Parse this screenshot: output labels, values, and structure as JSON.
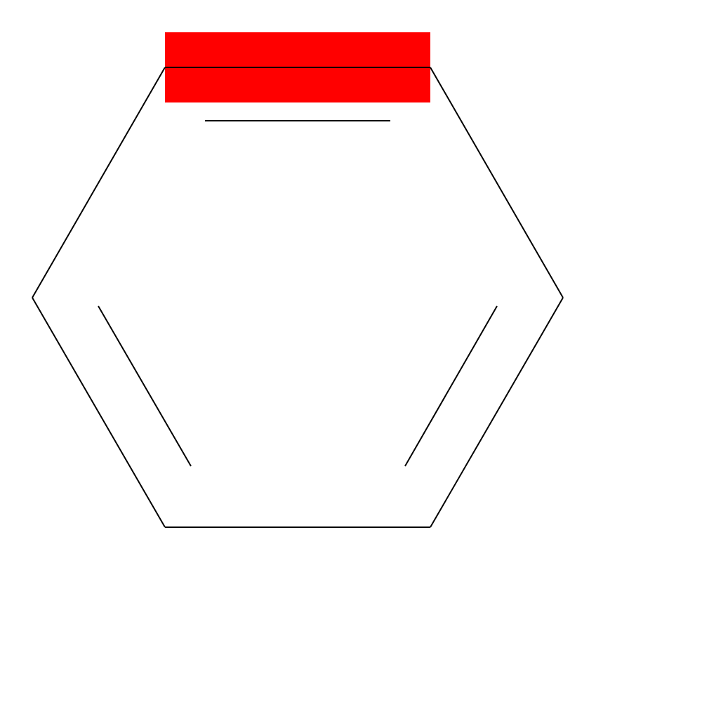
{
  "diagram": {
    "structure": "benzene-ring",
    "ring_bonds": 6,
    "inner_double_bonds": 3,
    "highlighted_bond": "top",
    "colors": {
      "background": "#ffffff",
      "bond": "#000000",
      "highlight": "#ff0000"
    }
  }
}
